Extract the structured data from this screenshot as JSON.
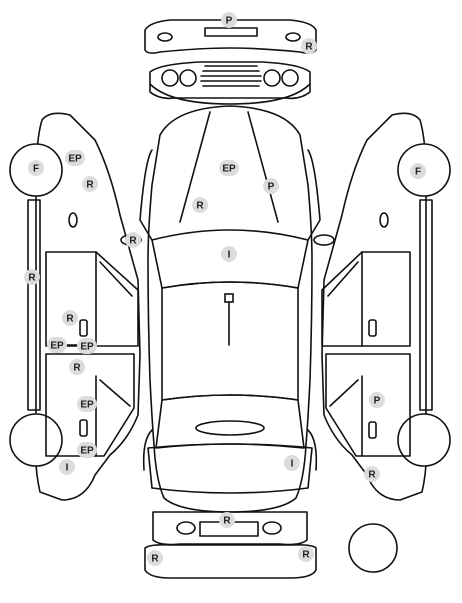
{
  "codes": {
    "P": "P",
    "R": "R",
    "F": "F",
    "EP": "EP",
    "I": "I"
  },
  "markers": [
    {
      "id": "front-bumper-p",
      "code": "P"
    },
    {
      "id": "front-bumper-r",
      "code": "R"
    },
    {
      "id": "hood-ep",
      "code": "EP"
    },
    {
      "id": "hood-p",
      "code": "P"
    },
    {
      "id": "hood-r",
      "code": "R"
    },
    {
      "id": "left-mirror-r",
      "code": "R"
    },
    {
      "id": "windshield-i",
      "code": "I"
    },
    {
      "id": "left-front-wheel-f",
      "code": "F"
    },
    {
      "id": "left-fender-ep",
      "code": "EP"
    },
    {
      "id": "left-fender-r",
      "code": "R"
    },
    {
      "id": "left-sill-r",
      "code": "R"
    },
    {
      "id": "left-front-door-r",
      "code": "R"
    },
    {
      "id": "left-pillar-ep-outer",
      "code": "EP"
    },
    {
      "id": "left-pillar-ep-inner",
      "code": "EP"
    },
    {
      "id": "left-rear-door-r",
      "code": "R"
    },
    {
      "id": "left-rear-door-ep",
      "code": "EP"
    },
    {
      "id": "left-rear-handle-ep",
      "code": "EP"
    },
    {
      "id": "left-rear-wheel-i",
      "code": "I"
    },
    {
      "id": "right-front-wheel-f",
      "code": "F"
    },
    {
      "id": "right-rear-door-p",
      "code": "P"
    },
    {
      "id": "right-rear-quarter-r",
      "code": "R"
    },
    {
      "id": "rear-window-i",
      "code": "I"
    },
    {
      "id": "rear-panel-r",
      "code": "R"
    },
    {
      "id": "rear-bumper-left-r",
      "code": "R"
    },
    {
      "id": "rear-bumper-right-r",
      "code": "R"
    }
  ]
}
